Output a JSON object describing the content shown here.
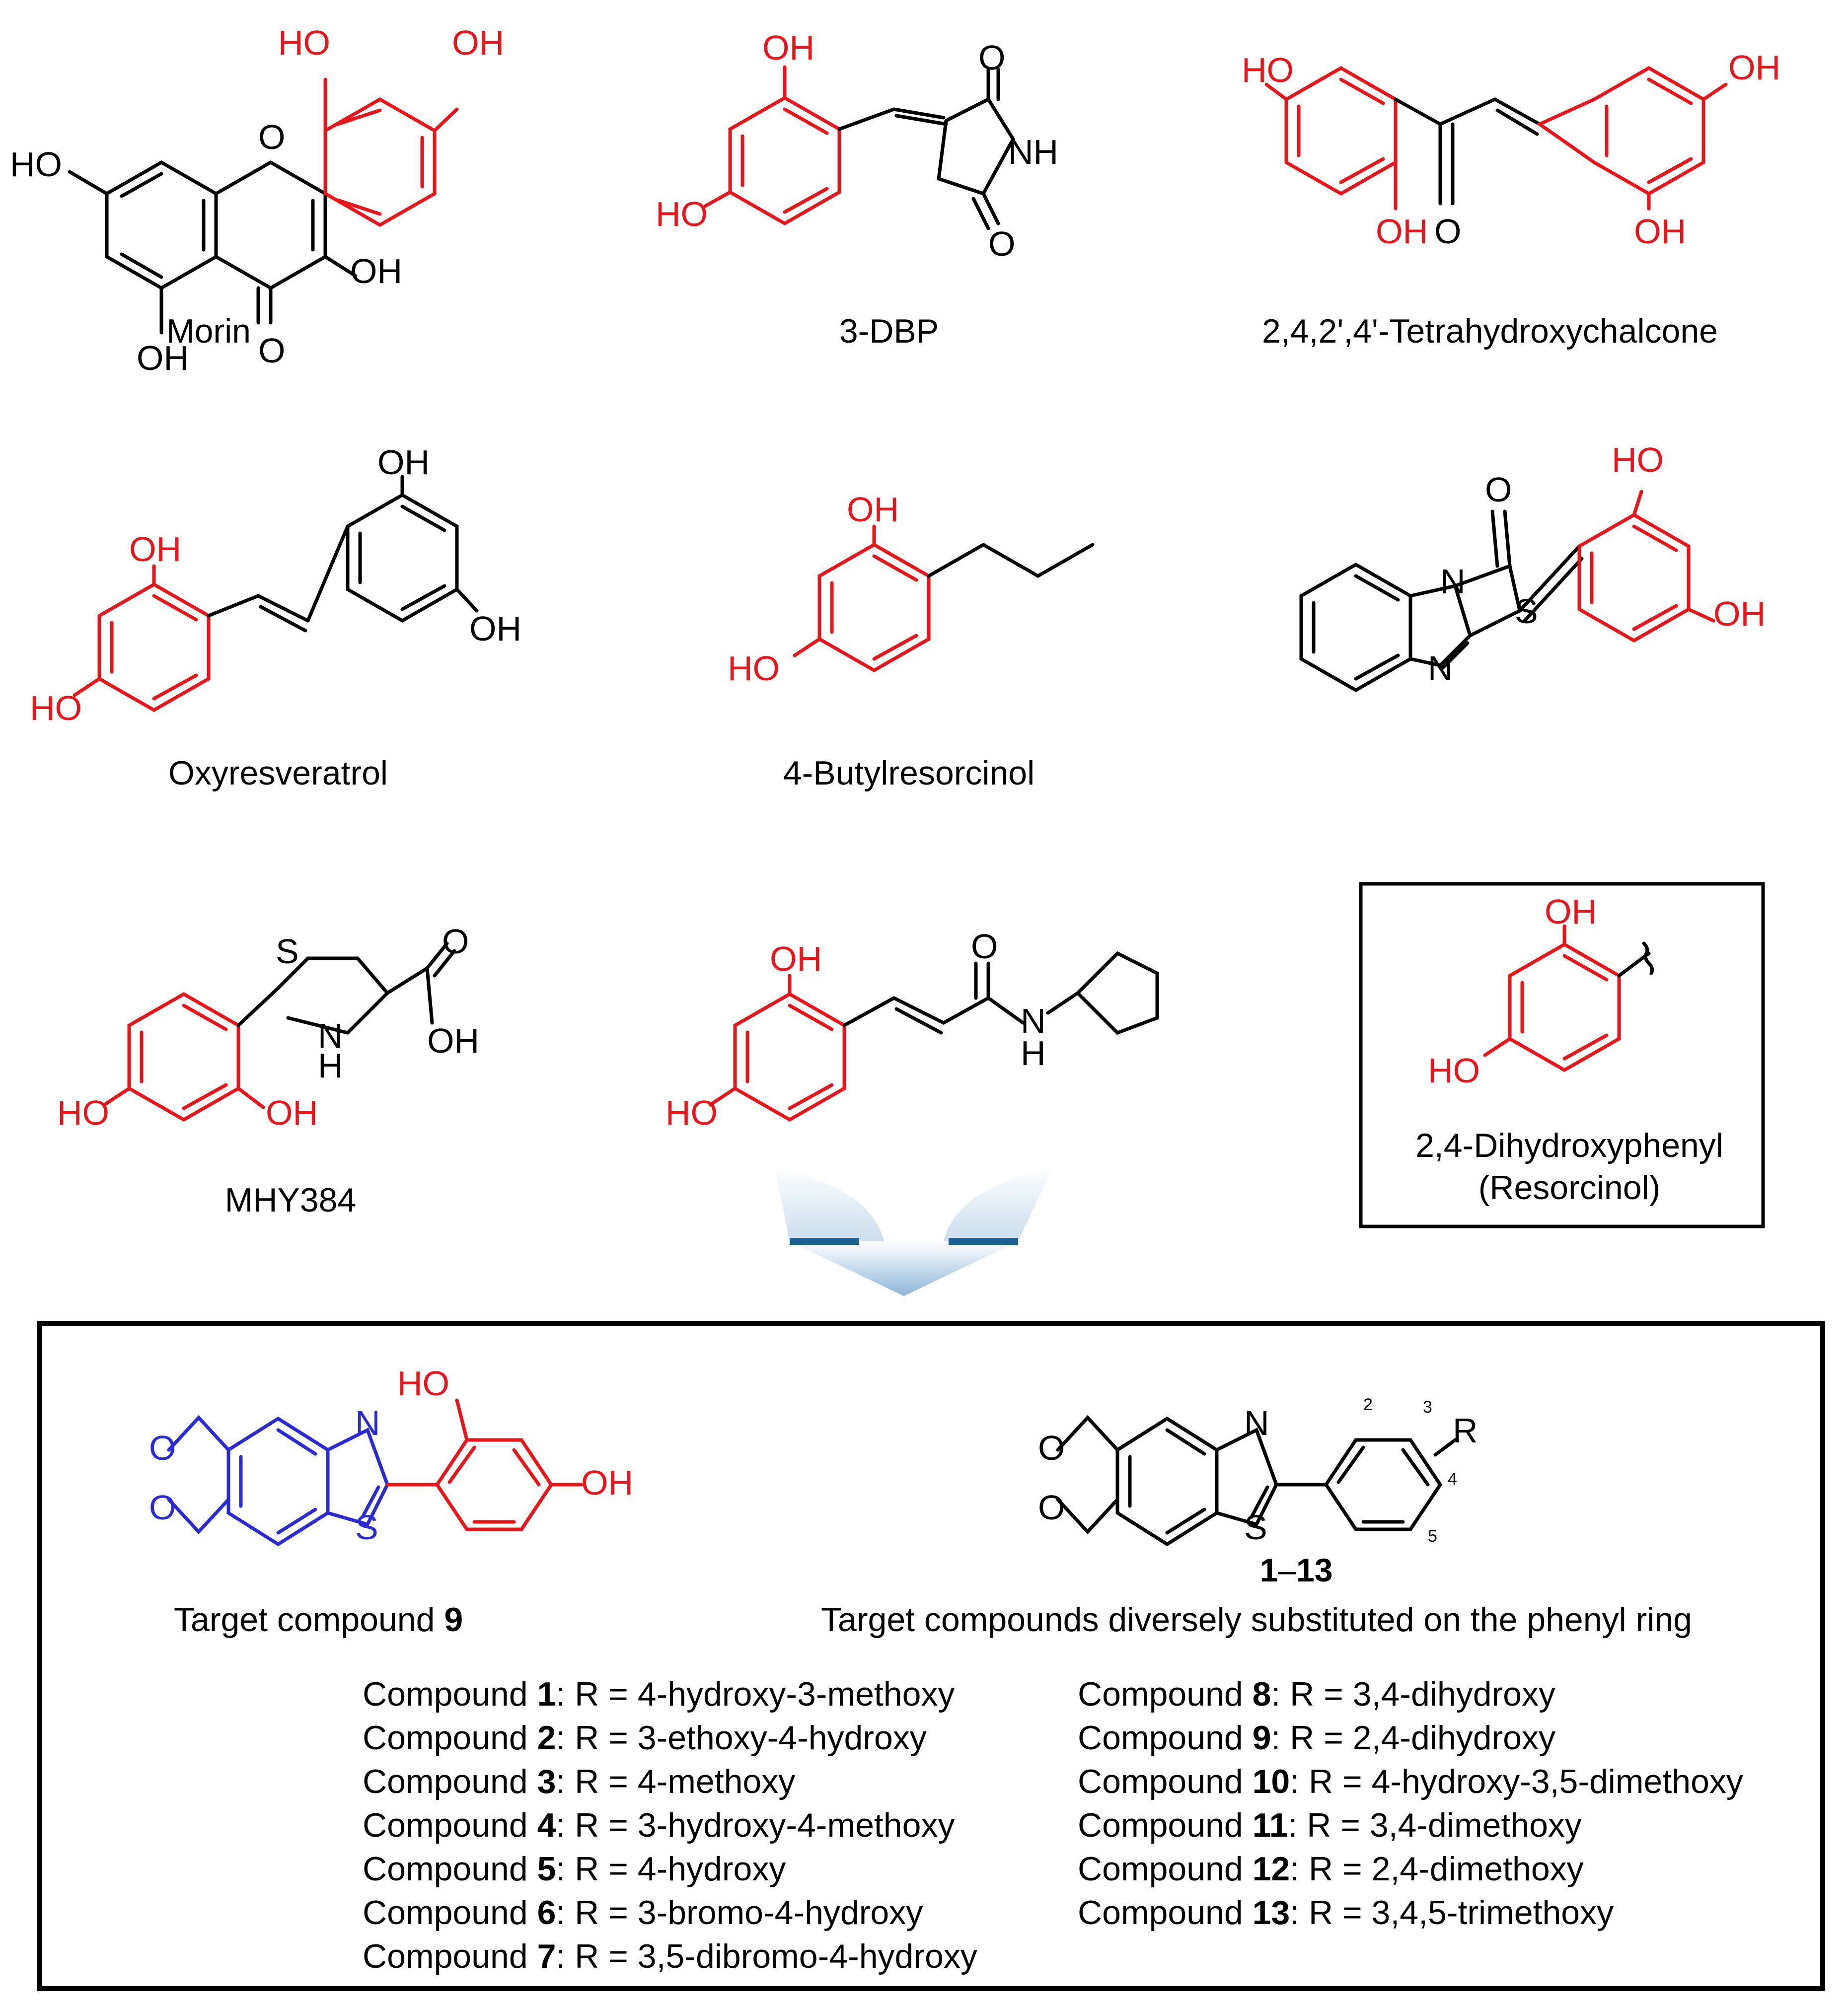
{
  "colors": {
    "resorcinol": "#e8151b",
    "scaffold": "#2b2bd6",
    "ink": "#000000"
  },
  "atoms": {
    "OH": "OH",
    "HO": "HO",
    "O": "O",
    "NH": "NH",
    "N": "N",
    "S": "S",
    "H": "H",
    "R": "R"
  },
  "names": {
    "morin": "Morin",
    "dbp": "3-DBP",
    "chalcone": "2,4,2',4'-Tetrahydroxychalcone",
    "oxyresveratrol": "Oxyresveratrol",
    "butylresorcinol": "4-Butylresorcinol",
    "mhy384": "MHY384",
    "resorcinol_line1": "2,4-Dihydroxyphenyl",
    "resorcinol_line2": "(Resorcinol)"
  },
  "target": {
    "caption_prefix": "Target compound ",
    "caption_number": "9",
    "range_start": "1",
    "range_dash": "–",
    "range_end": "13",
    "series_caption": "Target compounds diversely substituted on the phenyl ring",
    "positions": [
      "2",
      "3",
      "4",
      "5"
    ]
  },
  "compounds": [
    {
      "prefix": "Compound ",
      "number": "1",
      "rest": ": R = 4-hydroxy-3-methoxy"
    },
    {
      "prefix": "Compound ",
      "number": "2",
      "rest": ": R = 3-ethoxy-4-hydroxy"
    },
    {
      "prefix": "Compound ",
      "number": "3",
      "rest": ": R = 4-methoxy"
    },
    {
      "prefix": "Compound ",
      "number": "4",
      "rest": ": R = 3-hydroxy-4-methoxy"
    },
    {
      "prefix": "Compound ",
      "number": "5",
      "rest": ": R = 4-hydroxy"
    },
    {
      "prefix": "Compound ",
      "number": "6",
      "rest": ": R = 3-bromo-4-hydroxy"
    },
    {
      "prefix": "Compound ",
      "number": "7",
      "rest": ": R = 3,5-dibromo-4-hydroxy"
    },
    {
      "prefix": "Compound ",
      "number": "8",
      "rest": ": R = 3,4-dihydroxy"
    },
    {
      "prefix": "Compound ",
      "number": "9",
      "rest": ": R = 2,4-dihydroxy"
    },
    {
      "prefix": "Compound ",
      "number": "10",
      "rest": ": R = 4-hydroxy-3,5-dimethoxy"
    },
    {
      "prefix": "Compound ",
      "number": "11",
      "rest": ": R = 3,4-dimethoxy"
    },
    {
      "prefix": "Compound ",
      "number": "12",
      "rest": ": R = 2,4-dimethoxy"
    },
    {
      "prefix": "Compound ",
      "number": "13",
      "rest": ": R = 3,4,5-trimethoxy"
    }
  ]
}
